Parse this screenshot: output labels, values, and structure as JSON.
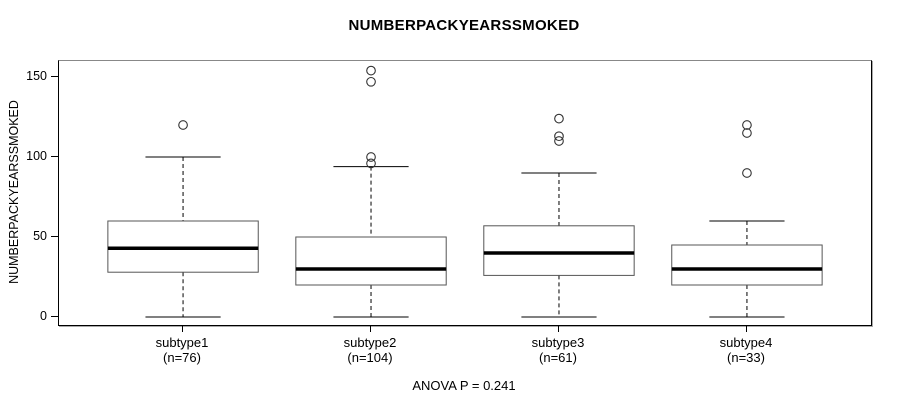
{
  "title": "NUMBERPACKYEARSSMOKED",
  "y_axis": {
    "label": "NUMBERPACKYEARSSMOKED",
    "tick_labels_top_down": [
      "150",
      "100",
      "50",
      "0"
    ]
  },
  "footer": {
    "anova_text": "ANOVA P = 0.241"
  },
  "chart_data": {
    "type": "boxplot",
    "title": "NUMBERPACKYEARSSMOKED",
    "ylabel": "NUMBERPACKYEARSSMOKED",
    "xlabel": "",
    "ylim": [
      -5,
      160
    ],
    "y_ticks": [
      0,
      50,
      100,
      150
    ],
    "grid": false,
    "anova_p": 0.241,
    "box_width_fraction": 0.8,
    "groups": [
      {
        "label": "subtype1",
        "n": 76,
        "n_text": "(n=76)",
        "whisker_low": 0,
        "q1": 28,
        "median": 43,
        "q3": 60,
        "whisker_high": 100,
        "outliers": [
          120
        ]
      },
      {
        "label": "subtype2",
        "n": 104,
        "n_text": "(n=104)",
        "whisker_low": 0,
        "q1": 20,
        "median": 30,
        "q3": 50,
        "whisker_high": 94,
        "outliers": [
          96,
          100,
          147,
          154
        ]
      },
      {
        "label": "subtype3",
        "n": 61,
        "n_text": "(n=61)",
        "whisker_low": 0,
        "q1": 26,
        "median": 40,
        "q3": 57,
        "whisker_high": 90,
        "outliers": [
          110,
          113,
          124
        ]
      },
      {
        "label": "subtype4",
        "n": 33,
        "n_text": "(n=33)",
        "whisker_low": 0,
        "q1": 20,
        "median": 30,
        "q3": 45,
        "whisker_high": 60,
        "outliers": [
          90,
          115,
          120
        ]
      }
    ],
    "styles": {
      "line_color": "#000000",
      "box_stroke": "#555555",
      "box_fill": "#ffffff",
      "median_color": "#000000",
      "plot_border_top": "#888888"
    }
  }
}
